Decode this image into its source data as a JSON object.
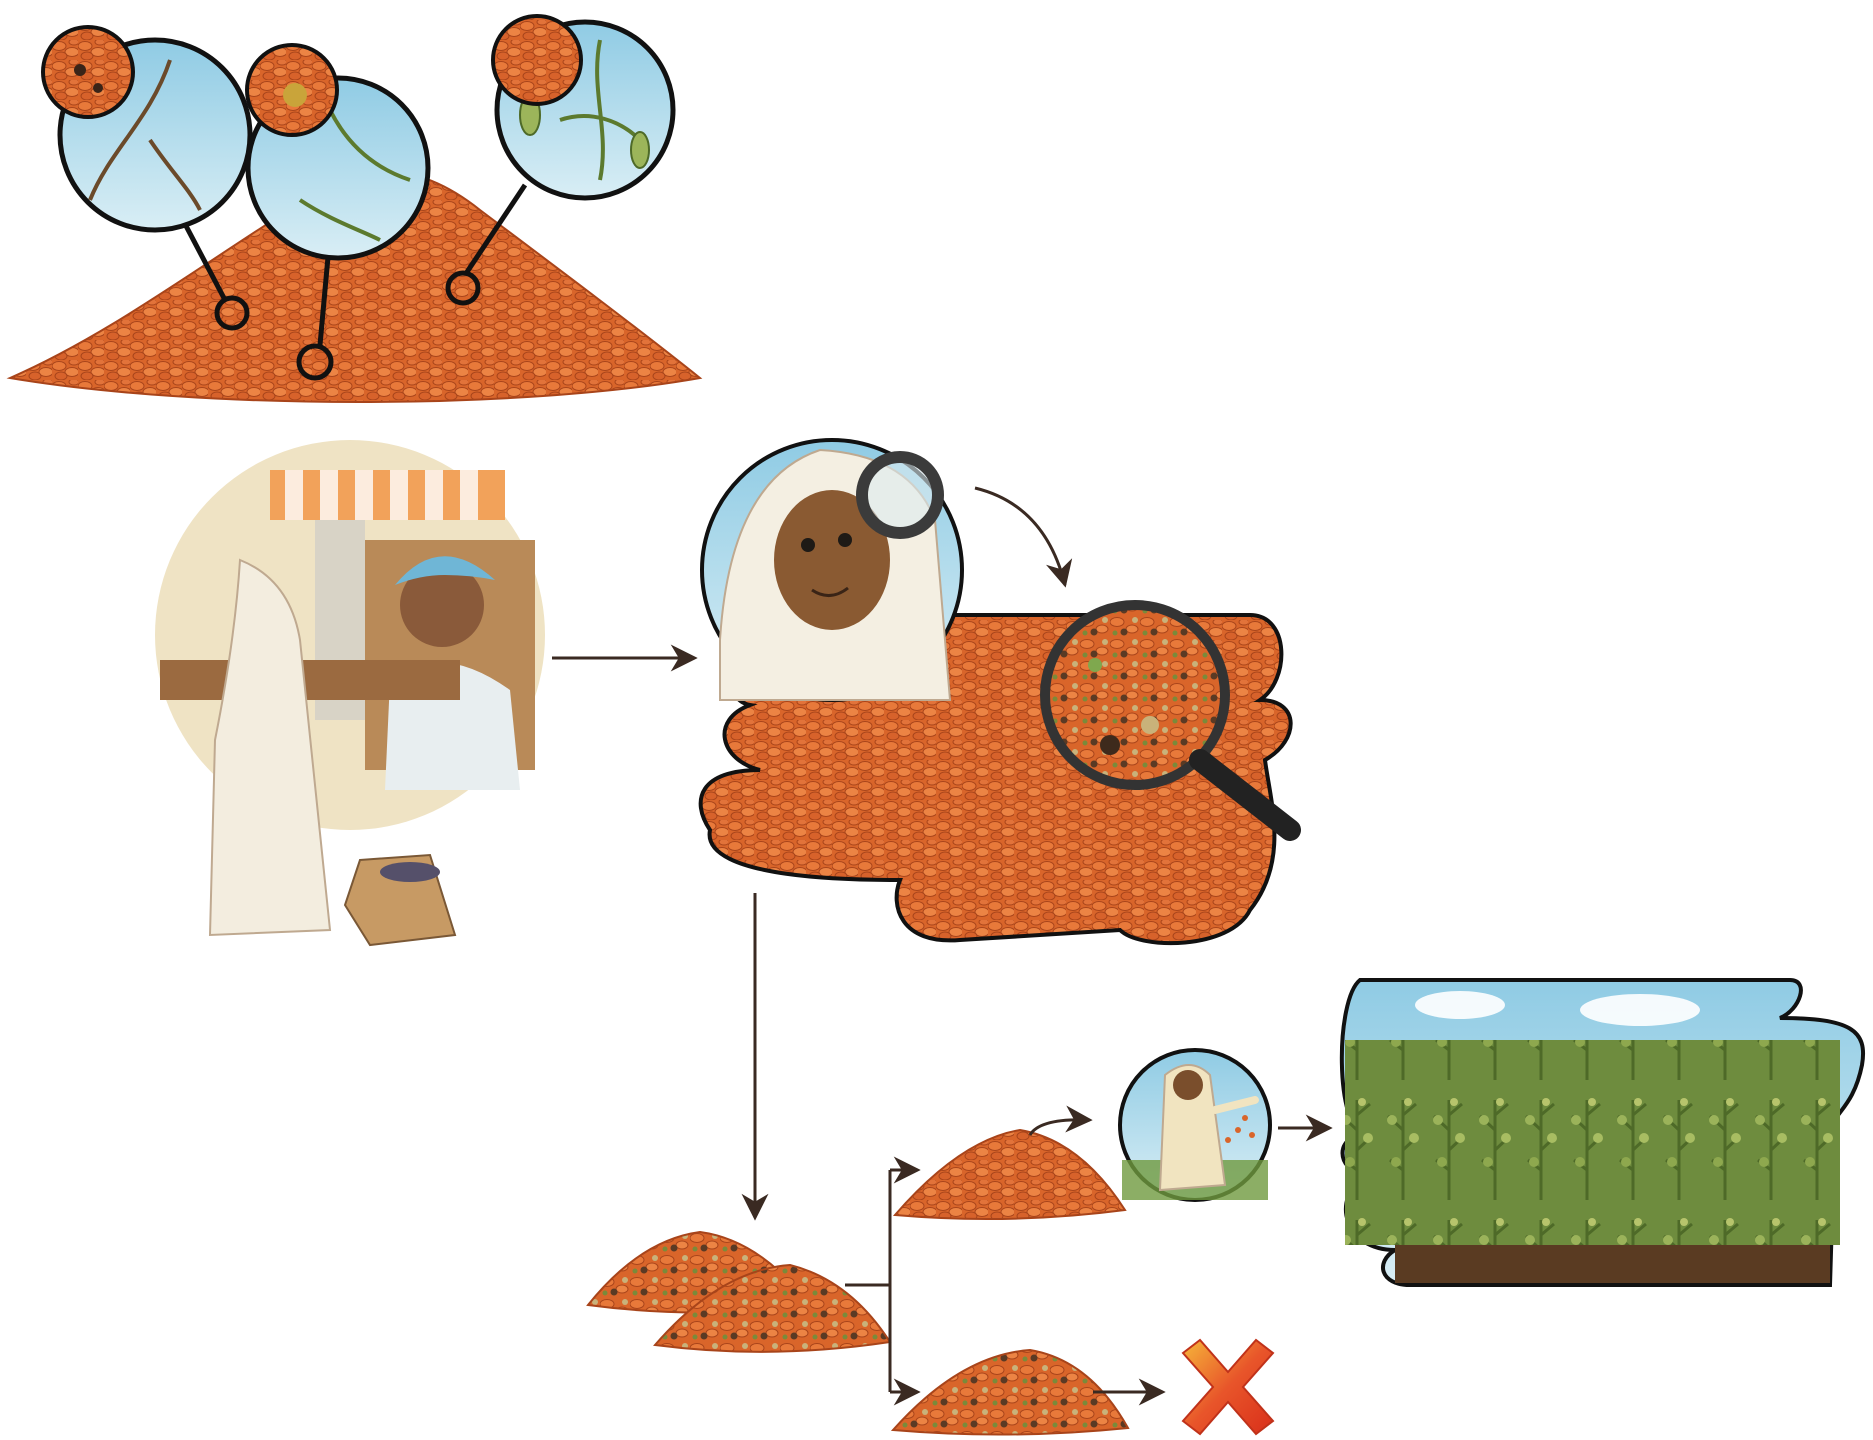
{
  "diagram": {
    "stages": [
      {
        "id": "lentil-pile-with-magnifiers",
        "kind": "illustration"
      },
      {
        "id": "market-purchase",
        "kind": "illustration"
      },
      {
        "id": "woman-inspecting-seed",
        "kind": "illustration"
      },
      {
        "id": "seed-sample-magnified",
        "kind": "illustration"
      },
      {
        "id": "mixed-seed-pile",
        "kind": "illustration"
      },
      {
        "id": "clean-seed-pile",
        "kind": "illustration"
      },
      {
        "id": "contaminated-seed-pile",
        "kind": "illustration"
      },
      {
        "id": "woman-sowing-seed",
        "kind": "illustration"
      },
      {
        "id": "healthy-crop-field",
        "kind": "illustration"
      }
    ],
    "edges": [
      {
        "from": "market-purchase",
        "to": "woman-inspecting-seed"
      },
      {
        "from": "woman-inspecting-seed",
        "to": "seed-sample-magnified"
      },
      {
        "from": "seed-sample-magnified",
        "to": "mixed-seed-pile"
      },
      {
        "from": "mixed-seed-pile",
        "to": "clean-seed-pile"
      },
      {
        "from": "mixed-seed-pile",
        "to": "contaminated-seed-pile"
      },
      {
        "from": "clean-seed-pile",
        "to": "woman-sowing-seed"
      },
      {
        "from": "woman-sowing-seed",
        "to": "healthy-crop-field"
      },
      {
        "from": "contaminated-seed-pile",
        "to": "reject-mark"
      }
    ],
    "colors": {
      "lentil": "#d9652a",
      "lentil_dark": "#b24a1b",
      "lentil_light": "#ee8a4c",
      "sky": "#9fd3e6",
      "outline": "#1e1a16",
      "arrow": "#3a2a22",
      "reject_red": "#e23a1e",
      "reject_orange": "#f39a2a",
      "crop_green": "#7d9c4a",
      "soil": "#5a3b22"
    },
    "icons": [
      "magnifying-glass-icon",
      "reject-x-icon"
    ]
  }
}
